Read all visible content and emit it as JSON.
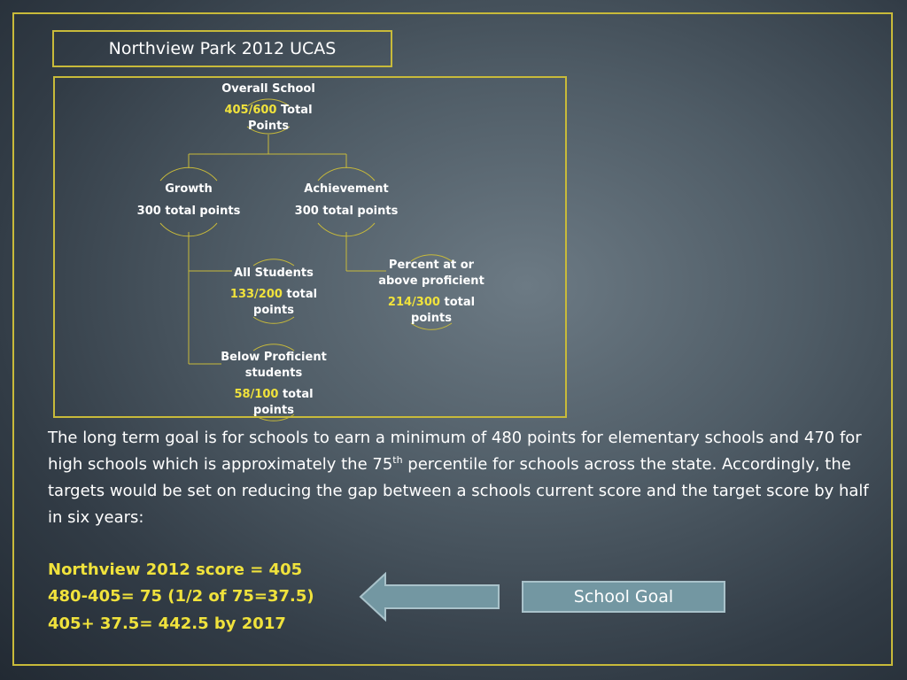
{
  "title": "Northview Park 2012 UCAS",
  "diagram": {
    "overall": {
      "label": "Overall School",
      "score": "405/600",
      "suffix": "Total",
      "line2": "Points"
    },
    "growth": {
      "label": "Growth",
      "points": "300 total points"
    },
    "achievement": {
      "label": "Achievement",
      "points": "300 total points"
    },
    "all_students": {
      "label": "All Students",
      "score": "133/200",
      "suffix": "total",
      "line2": "points"
    },
    "below_proficient": {
      "label1": "Below Proficient",
      "label2": "students",
      "score": "58/100",
      "suffix": "total",
      "line2": "points"
    },
    "percent_proficient": {
      "label1": "Percent at or",
      "label2": "above proficient",
      "score": "214/300",
      "suffix": "total",
      "line2": "points"
    }
  },
  "paragraph": {
    "part1": "The long term goal is for schools to earn a minimum of 480 points for elementary schools and 470 for high schools which is approximately the 75",
    "sup": "th",
    "part2": " percentile for schools across the state.  Accordingly, the targets would be set on reducing the gap between a schools current score and the target score by half in six years:"
  },
  "equations": [
    "Northview 2012 score = 405",
    "480-405= 75 (1/2 of 75=37.5)",
    "405+ 37.5= 442.5 by 2017"
  ],
  "goal_label": "School Goal",
  "colors": {
    "accent": "#c8ba3a",
    "highlight": "#f0e23c",
    "goal": "#7397a2"
  }
}
